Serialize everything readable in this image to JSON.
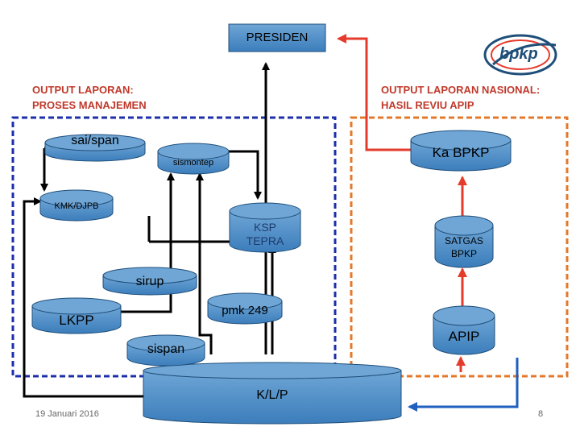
{
  "nodes": {
    "presiden": "PRESIDEN",
    "sai_span": "sai/span",
    "sismontep": "sismontep",
    "kmk_djpb": "KMK/DJPB",
    "ksp_tepra": [
      "KSP",
      "TEPRA"
    ],
    "sirup": "sirup",
    "lkpp": "LKPP",
    "pmk_249": "pmk 249",
    "sispan": "sispan",
    "klp": "K/L/P",
    "ka_bpkp": "Ka BPKP",
    "satgas_bpkp": [
      "SATGAS",
      "BPKP"
    ],
    "apip": "APIP"
  },
  "labels": {
    "output_left": [
      "OUTPUT LAPORAN:",
      "PROSES MANAJEMEN"
    ],
    "output_right": [
      "OUTPUT LAPORAN NASIONAL:",
      "HASIL REVIU APIP"
    ]
  },
  "logo": {
    "text": "bpkp"
  },
  "footer": {
    "date": "19 Januari 2016",
    "page": "8"
  },
  "colors": {
    "node_fill": "#4a8bc4",
    "node_border": "#1f4e79",
    "black_arrow": "#000000",
    "red_arrow": "#e53b2c",
    "blue_arrow": "#1f5fbf",
    "left_frame": "#1d2fa8",
    "right_frame": "#e3782a",
    "label_text": "#c0392b"
  }
}
